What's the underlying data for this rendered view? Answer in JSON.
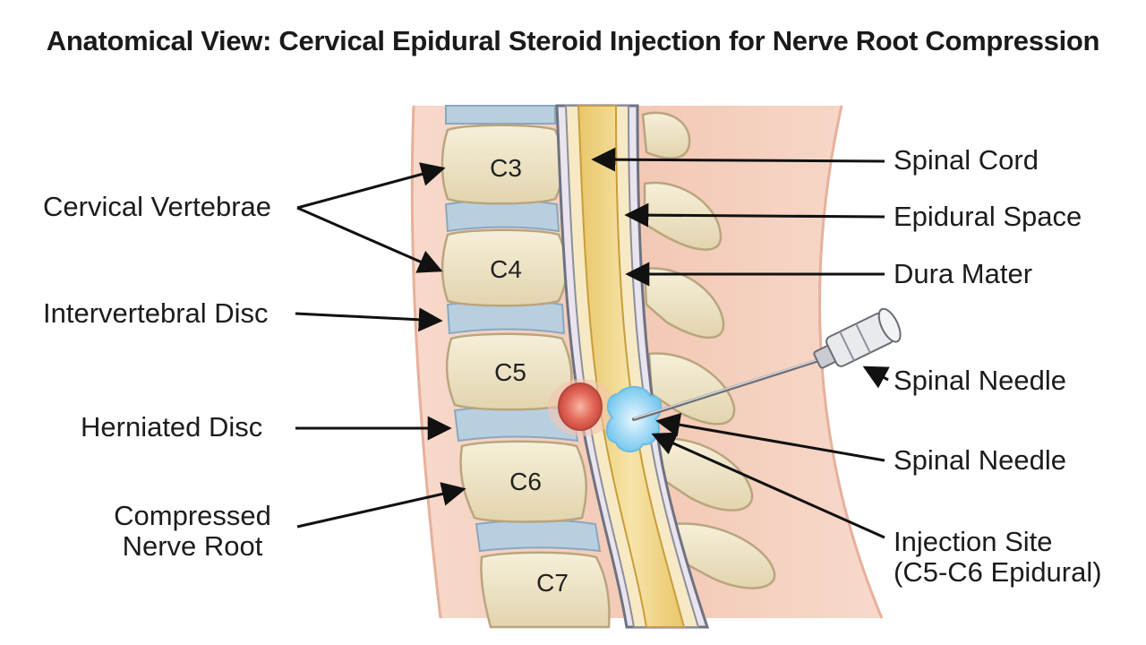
{
  "title": "Anatomical View: Cervical Epidural Steroid Injection for Nerve Root Compression",
  "vertebrae": [
    "C3",
    "C4",
    "C5",
    "C6",
    "C7"
  ],
  "labels": {
    "cervical_vertebrae": "Cervical Vertebrae",
    "intervertebral_disc": "Intervertebral Disc",
    "herniated_disc": "Herniated Disc",
    "compressed_nerve_root_line1": "Compressed",
    "compressed_nerve_root_line2": "Nerve Root",
    "spinal_cord": "Spinal Cord",
    "epidural_space": "Epidural Space",
    "dura_mater": "Dura Mater",
    "spinal_needle_1": "Spinal Needle",
    "spinal_needle_2": "Spinal Needle",
    "injection_site_line1": "Injection Site",
    "injection_site_line2": "(C5-C6 Epidural)"
  },
  "colors": {
    "skin": "#f6d2c0",
    "skin_edge": "#e9b39c",
    "bone": "#ede3c6",
    "bone_edge": "#b9a57e",
    "disc": "#b8cfe0",
    "cord": "#f2d98e",
    "herniation": "#e5665a",
    "injectate": "#8fd2f2"
  }
}
